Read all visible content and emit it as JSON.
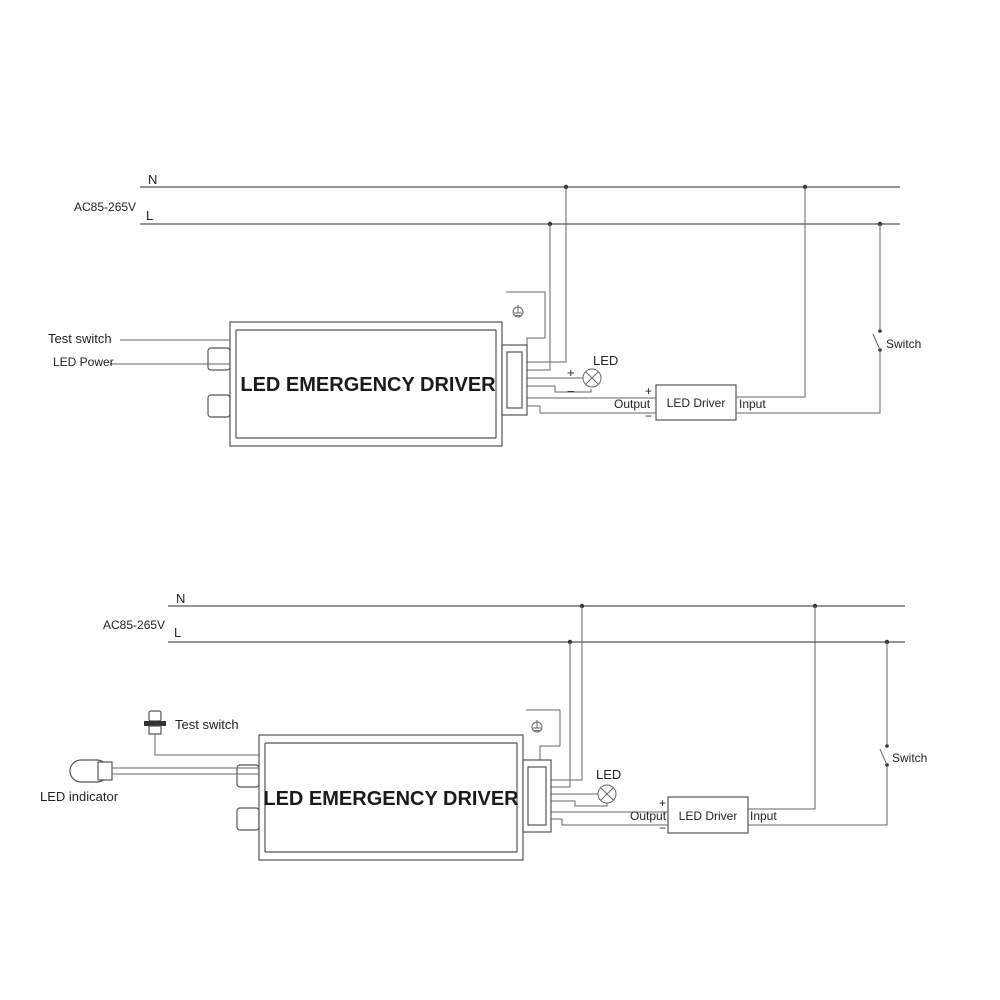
{
  "diagrams": [
    {
      "neutral_label": "N",
      "live_label": "L",
      "voltage_label": "AC85-265V",
      "test_switch_label": "Test switch",
      "led_power_label": "LED Power",
      "driver_title": "LED EMERGENCY DRIVER",
      "led_label": "LED",
      "plus_sign": "+",
      "minus_sign": "−",
      "output_label": "Output",
      "led_driver_label": "LED Driver",
      "input_label": "Input",
      "switch_label": "Switch"
    },
    {
      "neutral_label": "N",
      "live_label": "L",
      "voltage_label": "AC85-265V",
      "test_switch_label": "Test switch",
      "led_indicator_label": "LED indicator",
      "driver_title": "LED EMERGENCY DRIVER",
      "led_label": "LED",
      "output_label": "Output",
      "led_driver_label": "LED Driver",
      "input_label": "Input",
      "switch_label": "Switch",
      "plus_sign": "+",
      "minus_sign": "−"
    }
  ]
}
